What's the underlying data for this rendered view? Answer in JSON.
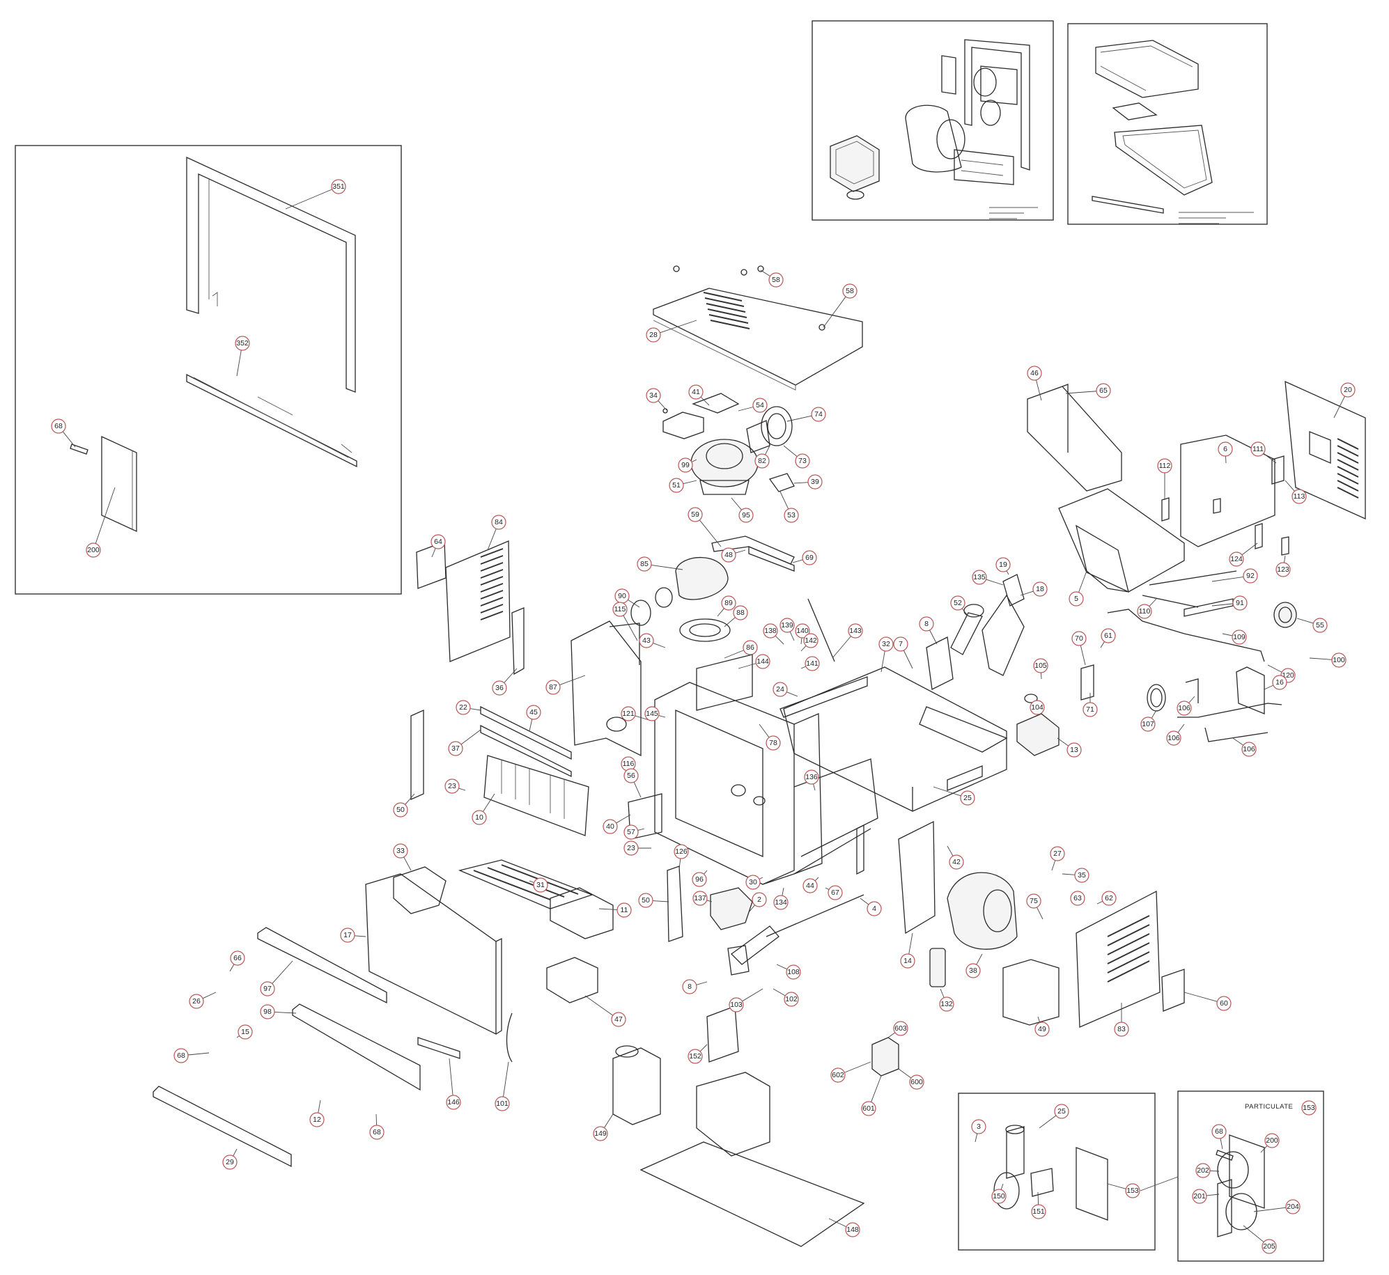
{
  "labels": {
    "c351": "351",
    "c352": "352",
    "c68a": "68",
    "c200a": "200",
    "c58a": "58",
    "c58b": "58",
    "c28": "28",
    "c34": "34",
    "c41": "41",
    "c54": "54",
    "c74": "74",
    "c99": "99",
    "c82": "82",
    "c73": "73",
    "c51": "51",
    "c39": "39",
    "c95": "95",
    "c53": "53",
    "c59": "59",
    "c48": "48",
    "c69": "69",
    "c64": "64",
    "c84": "84",
    "c36": "36",
    "c85": "85",
    "c90": "90",
    "c89": "89",
    "c88": "88",
    "c115": "115",
    "c43": "43",
    "c86": "86",
    "c144": "144",
    "c87": "87",
    "c121": "121",
    "c145": "145",
    "c138": "138",
    "c139": "139",
    "c140": "140",
    "c142": "142",
    "c141": "141",
    "c143": "143",
    "c24": "24",
    "c32": "32",
    "c7": "7",
    "c8a": "8",
    "c52": "52",
    "c135": "135",
    "c19": "19",
    "c18": "18",
    "c46": "46",
    "c65": "65",
    "c20": "20",
    "c6": "6",
    "c111": "111",
    "c113": "113",
    "c112": "112",
    "c5": "5",
    "c124": "124",
    "c123": "123",
    "c92": "92",
    "c91": "91",
    "c110": "110",
    "c55": "55",
    "c109": "109",
    "c100": "100",
    "c120": "120",
    "c70": "70",
    "c61": "61",
    "c71": "71",
    "c105": "105",
    "c104": "104",
    "c13": "13",
    "c16": "16",
    "c107": "107",
    "c106a": "106",
    "c106b": "106",
    "c106c": "106",
    "c22": "22",
    "c45": "45",
    "c37": "37",
    "c78": "78",
    "c116": "116",
    "c50a": "50",
    "c23a": "23",
    "c10": "10",
    "c56": "56",
    "c40": "40",
    "c57": "57",
    "c23b": "23",
    "c136": "136",
    "c25a": "25",
    "c42": "42",
    "c33": "33",
    "c31": "31",
    "c11": "11",
    "c126": "126",
    "c96": "96",
    "c30": "30",
    "c44": "44",
    "c67": "67",
    "c50b": "50",
    "c137": "137",
    "c2": "2",
    "c134": "134",
    "c4": "4",
    "c27": "27",
    "c35": "35",
    "c63": "63",
    "c62": "62",
    "c75": "75",
    "c17": "17",
    "c14": "14",
    "c38": "38",
    "c66": "66",
    "c97": "97",
    "c26": "26",
    "c8b": "8",
    "c108": "108",
    "c103": "103",
    "c102": "102",
    "c132": "132",
    "c49": "49",
    "c83": "83",
    "c60": "60",
    "c98": "98",
    "c15": "15",
    "c68b": "68",
    "c47": "47",
    "c152": "152",
    "c603": "603",
    "c602": "602",
    "c600": "600",
    "c601": "601",
    "c12": "12",
    "c68c": "68",
    "c146": "146",
    "c101": "101",
    "c149": "149",
    "c29": "29",
    "c148": "148",
    "c3": "3",
    "c25b": "25",
    "c150": "150",
    "c151": "151",
    "c153a": "153",
    "c153b": "153",
    "c68d": "68",
    "c200b": "200",
    "c202": "202",
    "c201": "201",
    "c204": "204",
    "c205": "205"
  },
  "inset_title": "PARTICULATE"
}
